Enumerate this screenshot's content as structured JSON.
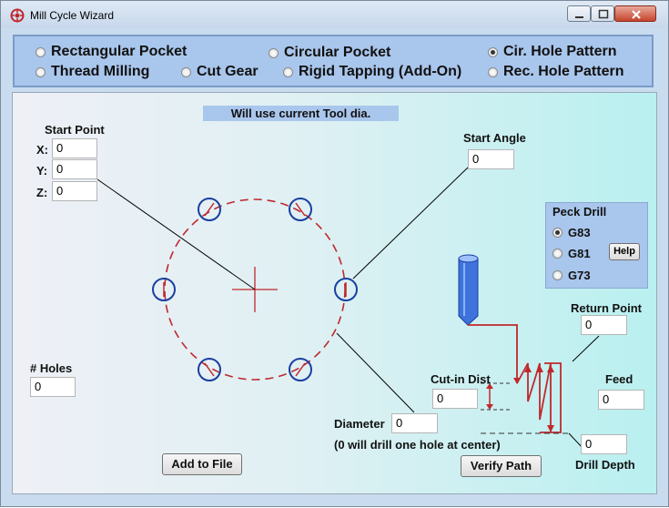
{
  "window": {
    "title": "Mill Cycle Wizard",
    "icon": "app-logo-icon"
  },
  "cycle_types": {
    "rectangular_pocket": "Rectangular Pocket",
    "circular_pocket": "Circular Pocket",
    "cir_hole_pattern": "Cir. Hole Pattern",
    "thread_milling": "Thread Milling",
    "cut_gear": "Cut Gear",
    "rigid_tapping": "Rigid Tapping (Add-On)",
    "rec_hole_pattern": "Rec. Hole Pattern",
    "selected": "Cir. Hole Pattern"
  },
  "notice": "Will use current Tool dia.",
  "start_point": {
    "label": "Start Point",
    "x_label": "X:",
    "x_value": "0",
    "y_label": "Y:",
    "y_value": "0",
    "z_label": "Z:",
    "z_value": "0"
  },
  "start_angle": {
    "label": "Start Angle",
    "value": "0"
  },
  "holes": {
    "label": "# Holes",
    "value": "0"
  },
  "diameter": {
    "label": "Diameter",
    "value": "0",
    "note": "(0 will drill one hole at center)"
  },
  "peck_drill": {
    "title": "Peck Drill",
    "options": [
      "G83",
      "G81",
      "G73"
    ],
    "selected": "G83",
    "help_label": "Help"
  },
  "return_point": {
    "label": "Return Point",
    "value": "0"
  },
  "cut_in_dist": {
    "label": "Cut-in Dist",
    "value": "0"
  },
  "feed": {
    "label": "Feed",
    "value": "0"
  },
  "drill_depth": {
    "label": "Drill Depth",
    "value": "0"
  },
  "buttons": {
    "add_to_file": "Add to File",
    "verify_path": "Verify Path"
  },
  "colors": {
    "hole_outline": "#1a3fa0",
    "pattern_circle": "#c0282c",
    "tool": "#2b5fcf",
    "panel": "#a9c6ec"
  }
}
